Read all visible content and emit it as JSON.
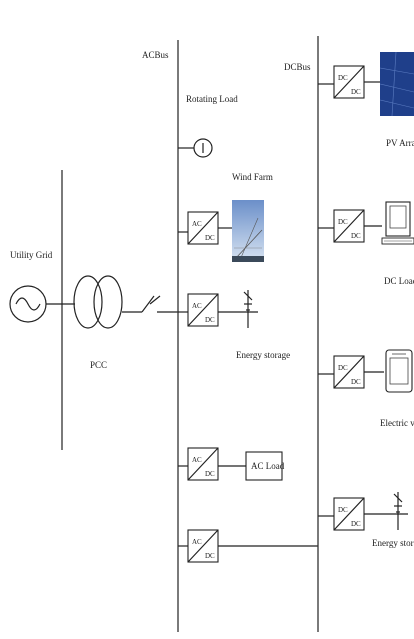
{
  "buses": {
    "ac_label": "ACBus",
    "dc_label": "DCBus"
  },
  "grid": {
    "utility_label": "Utility Grid",
    "pcc_label": "PCC"
  },
  "ac_side": {
    "rotating_load_label": "Rotating Load",
    "wind_farm_label": "Wind Farm",
    "energy_storage_label": "Energy storage",
    "ac_load_label": "AC Load"
  },
  "dc_side": {
    "pv_array_label": "PV Array",
    "dc_load_label": "DC Load",
    "electric_vehicle_label": "Electric vehicle",
    "energy_storage_label": "Energy storage"
  },
  "converters": {
    "ac_dc_top": "AC",
    "ac_dc_bottom": "DC",
    "dc_dc_top": "DC",
    "dc_dc_bottom": "DC"
  },
  "icons": {
    "utility_source": "ac-source-icon",
    "transformer": "transformer-icon",
    "switch": "circuit-breaker-icon",
    "motor": "motor-icon",
    "wind": "wind-turbine-icon",
    "pv": "solar-panel-icon",
    "computer": "computer-icon",
    "ev": "electric-vehicle-icon",
    "battery": "battery-icon"
  }
}
